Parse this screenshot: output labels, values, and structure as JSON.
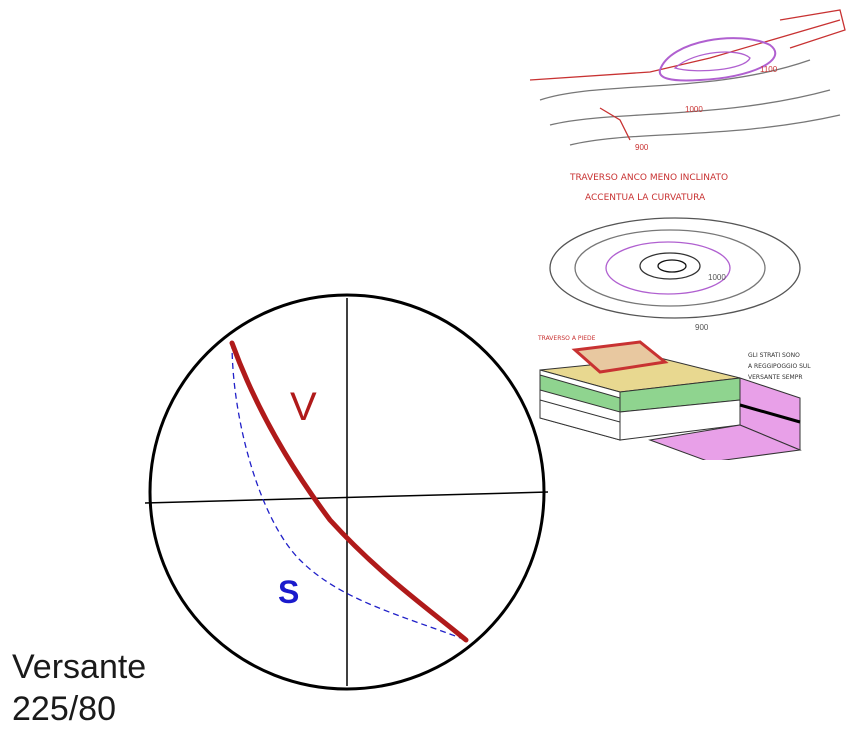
{
  "stereonet": {
    "plane_v_label": "V",
    "plane_s_label": "S",
    "colors": {
      "plane_v": "#b01a1a",
      "plane_s": "#1a1acc",
      "circle": "#000000",
      "axes": "#000000"
    }
  },
  "caption": {
    "line1": "Versante",
    "line2": "225/80"
  },
  "sketch": {
    "text1": "TRAVERSO ANCO MENO INCLINATO",
    "text2": "ACCENTUA LA CURVATURA",
    "contour_labels": [
      "900",
      "1000",
      "1100",
      "900",
      "1000"
    ],
    "block_label_left": "TRAVERSO A PIEDE",
    "block_label_right": [
      "GLI STRATI SONO",
      "A REGGIPOGGIO SUL",
      "VERSANTE SEMPR"
    ],
    "colors": {
      "ink": "#c83232",
      "violet": "#b060d0",
      "green": "#8fd48f",
      "magenta": "#e8a0e8",
      "sand": "#e8d890",
      "gray": "#777777"
    }
  }
}
